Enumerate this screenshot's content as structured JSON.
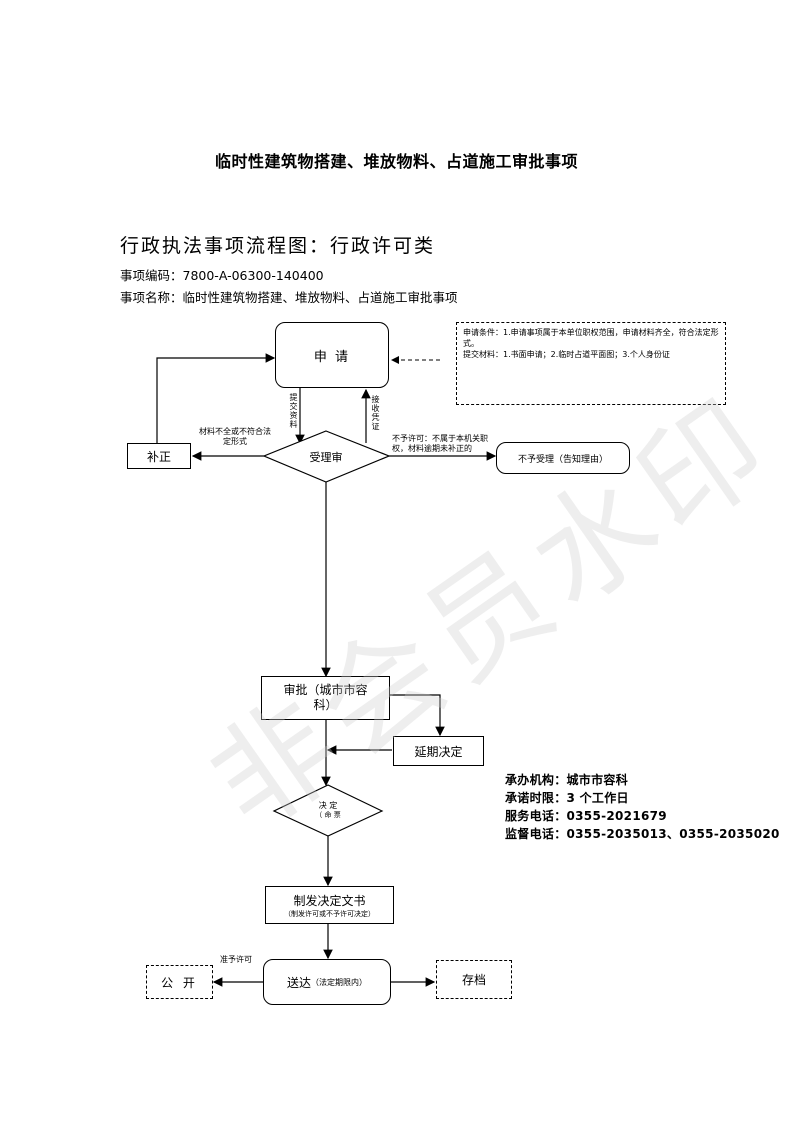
{
  "doc_title": "临时性建筑物搭建、堆放物料、占道施工审批事项",
  "flow_heading": "行政执法事项流程图：行政许可类",
  "item_code": "事项编码：7800-A-06300-140400",
  "item_name": "事项名称：临时性建筑物搭建、堆放物料、占道施工审批事项",
  "nodes": {
    "apply": "申 请",
    "conditions": "申请条件：1.申请事项属于本单位职权范围，申请材料齐全，符合法定形式。\n提交材料：1.书面申请；2.临时占道平面图；3.个人身份证",
    "supplement": "补正",
    "accept_review": "受理审",
    "not_accepted": "不予受理（告知理由）",
    "approval": "审批（城市市容科）",
    "extension": "延期决定",
    "decision": "决 定",
    "decision_sub": "（ 命 票",
    "issue_doc": "制发决定文书",
    "issue_doc_sub": "（制发许可或不予许可决定）",
    "deliver": "送达",
    "deliver_sub": "（法定期限内）",
    "publish": "公 开",
    "archive": "存档"
  },
  "labels": {
    "submit_materials": "提交资料",
    "receive_certificate": "接收凭证",
    "incomplete": "材料不全或不符合法定形式",
    "not_accepted_reason": "不予许可：不属于本机关职权，材料逾期未补正的",
    "grant_permit": "准予许可"
  },
  "info": {
    "agency": "承办机构：城市市容科",
    "deadline": "承诺时限：3 个工作日",
    "service_phone": "服务电话：0355-2021679",
    "supervise_phone": "监督电话：0355-2035013、0355-2035020"
  },
  "watermark": "非会员水印"
}
